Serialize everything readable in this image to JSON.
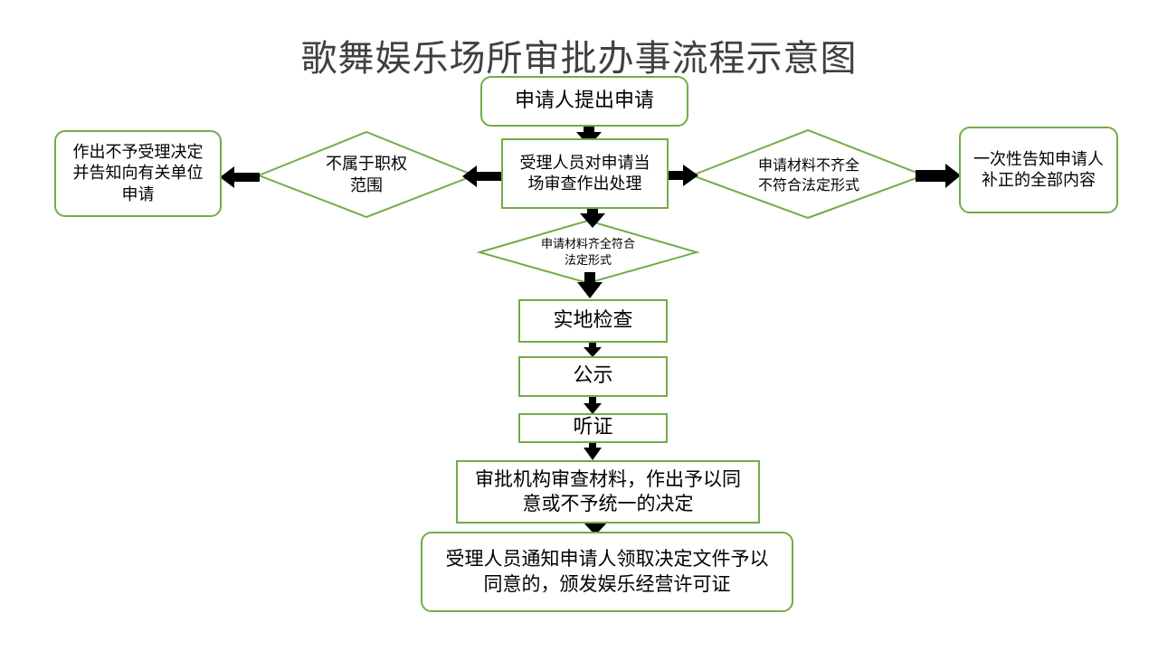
{
  "title": "歌舞娱乐场所审批办事流程示意图",
  "colors": {
    "border": "#70ad47",
    "arrow": "#000000",
    "title": "#404040"
  },
  "nodes": {
    "apply": "申请人提出申请",
    "onsite_handle": "受理人员对申请当场审查作出处理",
    "not_jurisdiction": "不属于职权范围",
    "refuse_notify": "作出不予受理决定并告知向有关单位申请",
    "materials_incomplete": "申请材料不齐全不符合法定形式",
    "notify_once": "一次性告知申请人补正的全部内容",
    "materials_complete": "申请材料齐全符合法定形式",
    "site_inspection": "实地检查",
    "publicity": "公示",
    "hearing": "听证",
    "review_decision": "审批机构审查材料，作出予以同意或不予统一的决定",
    "notify_collect": "受理人员通知申请人领取决定文件予以同意的，颁发娱乐经营许可证"
  }
}
